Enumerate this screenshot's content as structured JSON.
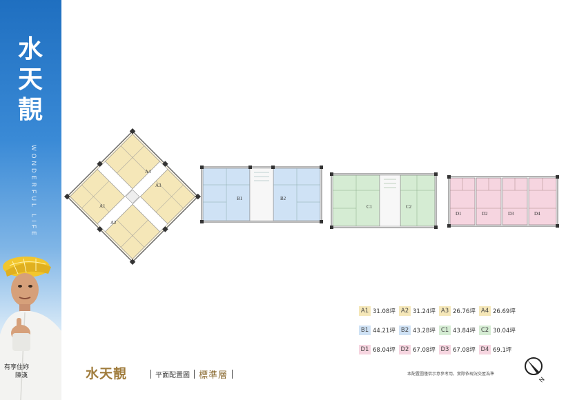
{
  "brand": {
    "title_chars": [
      "水",
      "天",
      "靚"
    ],
    "tagline": "WONDERFUL LIFE",
    "signature": "有享住妳 陳漢"
  },
  "plans": {
    "a_labels": [
      "A1",
      "A2",
      "A3",
      "A4"
    ],
    "b_labels": [
      "B1",
      "B2"
    ],
    "c_labels": [
      "C1",
      "C2"
    ],
    "d_labels": [
      "D1",
      "D2",
      "D3",
      "D4"
    ]
  },
  "legend": {
    "rows": [
      [
        {
          "code": "A1",
          "area": "31.08坪",
          "color": "#f5e7b8"
        },
        {
          "code": "A2",
          "area": "31.24坪",
          "color": "#f5e7b8"
        },
        {
          "code": "A3",
          "area": "26.76坪",
          "color": "#f5e7b8"
        },
        {
          "code": "A4",
          "area": "26.69坪",
          "color": "#f5e7b8"
        }
      ],
      [
        {
          "code": "B1",
          "area": "44.21坪",
          "color": "#cfe2f5"
        },
        {
          "code": "B2",
          "area": "43.28坪",
          "color": "#cfe2f5"
        },
        {
          "code": "C1",
          "area": "43.84坪",
          "color": "#d5ecd3"
        },
        {
          "code": "C2",
          "area": "30.04坪",
          "color": "#d5ecd3"
        }
      ],
      [
        {
          "code": "D1",
          "area": "68.04坪",
          "color": "#f6d5e0"
        },
        {
          "code": "D2",
          "area": "67.08坪",
          "color": "#f6d5e0"
        },
        {
          "code": "D3",
          "area": "67.08坪",
          "color": "#f6d5e0"
        },
        {
          "code": "D4",
          "area": "69.1坪",
          "color": "#f6d5e0"
        }
      ]
    ]
  },
  "footer": {
    "title": "水天靚",
    "plan_label": "平面配置圖",
    "floor_label": "標準層",
    "disclaimer": "本配置圖僅供示意參考用，實際依現況交屋為準",
    "north_label": "N"
  },
  "colors": {
    "a_units": "#f5e7b8",
    "b_units": "#cfe2f5",
    "c_units": "#d5ecd3",
    "d_units": "#f6d5e0",
    "brand_gold": "#a07c3c",
    "band_blue": "#1f6fc0"
  }
}
